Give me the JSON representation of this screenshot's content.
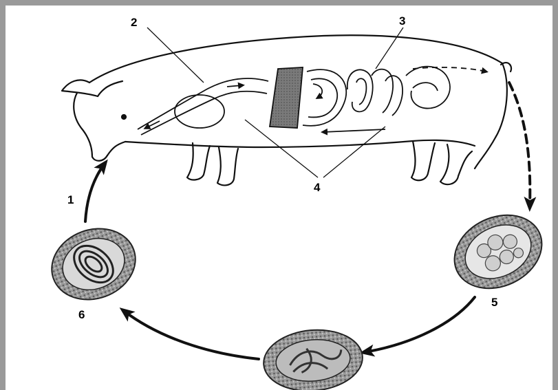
{
  "labels": {
    "one": "1",
    "two": "2",
    "three": "3",
    "four": "4",
    "five": "5",
    "six": "6"
  },
  "colors": {
    "ink": "#111111",
    "paper": "#ffffff",
    "lung_shade": "#6e6e6e",
    "egg_shell": "#8a8a8a",
    "egg_inner": "#bdbdbd",
    "border_gray": "#7a7a7a"
  },
  "icons": {
    "animal": "pig-outline",
    "egg": "roundworm-egg",
    "flow": "arrow"
  }
}
